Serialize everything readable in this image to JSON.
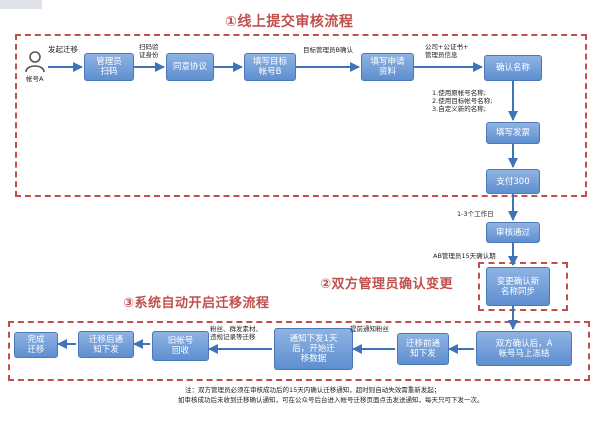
{
  "section_titles": {
    "s1": "①线上提交审核流程",
    "s2": "②双方管理员确认变更",
    "s3": "③系统自动开启迁移流程"
  },
  "person": {
    "label": "帐号A"
  },
  "nodes": {
    "admin_scan": "管理员\n扫码",
    "agree": "同意协议",
    "fill_target": "填写目标\n帐号B",
    "fill_request": "填写申请\n资料",
    "confirm_name": "确认名称",
    "fill_invoice": "填写发票",
    "pay": "支付300",
    "review_pass": "审核通过",
    "change_sync": "变更确认新\n名称同步",
    "both_confirm": "双方确认后，A\n帐号马上冻结",
    "before_notice": "迁移前通\n知下发",
    "notice_1day": "通知下发1天\n后，开始迁\n移数据",
    "old_recycle": "旧帐号\n回收",
    "after_notice": "迁移后通\n知下发",
    "complete": "完成\n迁移"
  },
  "edge_labels": {
    "start_migrate": "发起迁移",
    "scan_verify": "扫码验\n证身份",
    "target_admin": "目标管理员B确认",
    "public_cert": "公司+公证书+\n管理员信息",
    "name_options": "1.使用原帐号名称;\n2.使用目标帐号名称;\n3.自定义新的名称;",
    "workdays": "1-3个工作日",
    "ab_confirm": "AB管理员15天确认期",
    "notify_prior": "提前通知粉丝",
    "migrate_items": "粉丝、群发素材、\n违规记录等迁移"
  },
  "notes": {
    "line1": "注：双方管理员必须在审核成功后的15天内确认迁移通知，超时则自动失效需重新发起；",
    "line2": "如审核成功后未收到迁移确认通知，可在公众号后台进入帐号迁移页面点击发送通知，每天只可下发一次。"
  },
  "colors": {
    "dashed_border": "#c0504d",
    "box_fill": "#5e8fd0",
    "arrow": "#3f74b8"
  }
}
